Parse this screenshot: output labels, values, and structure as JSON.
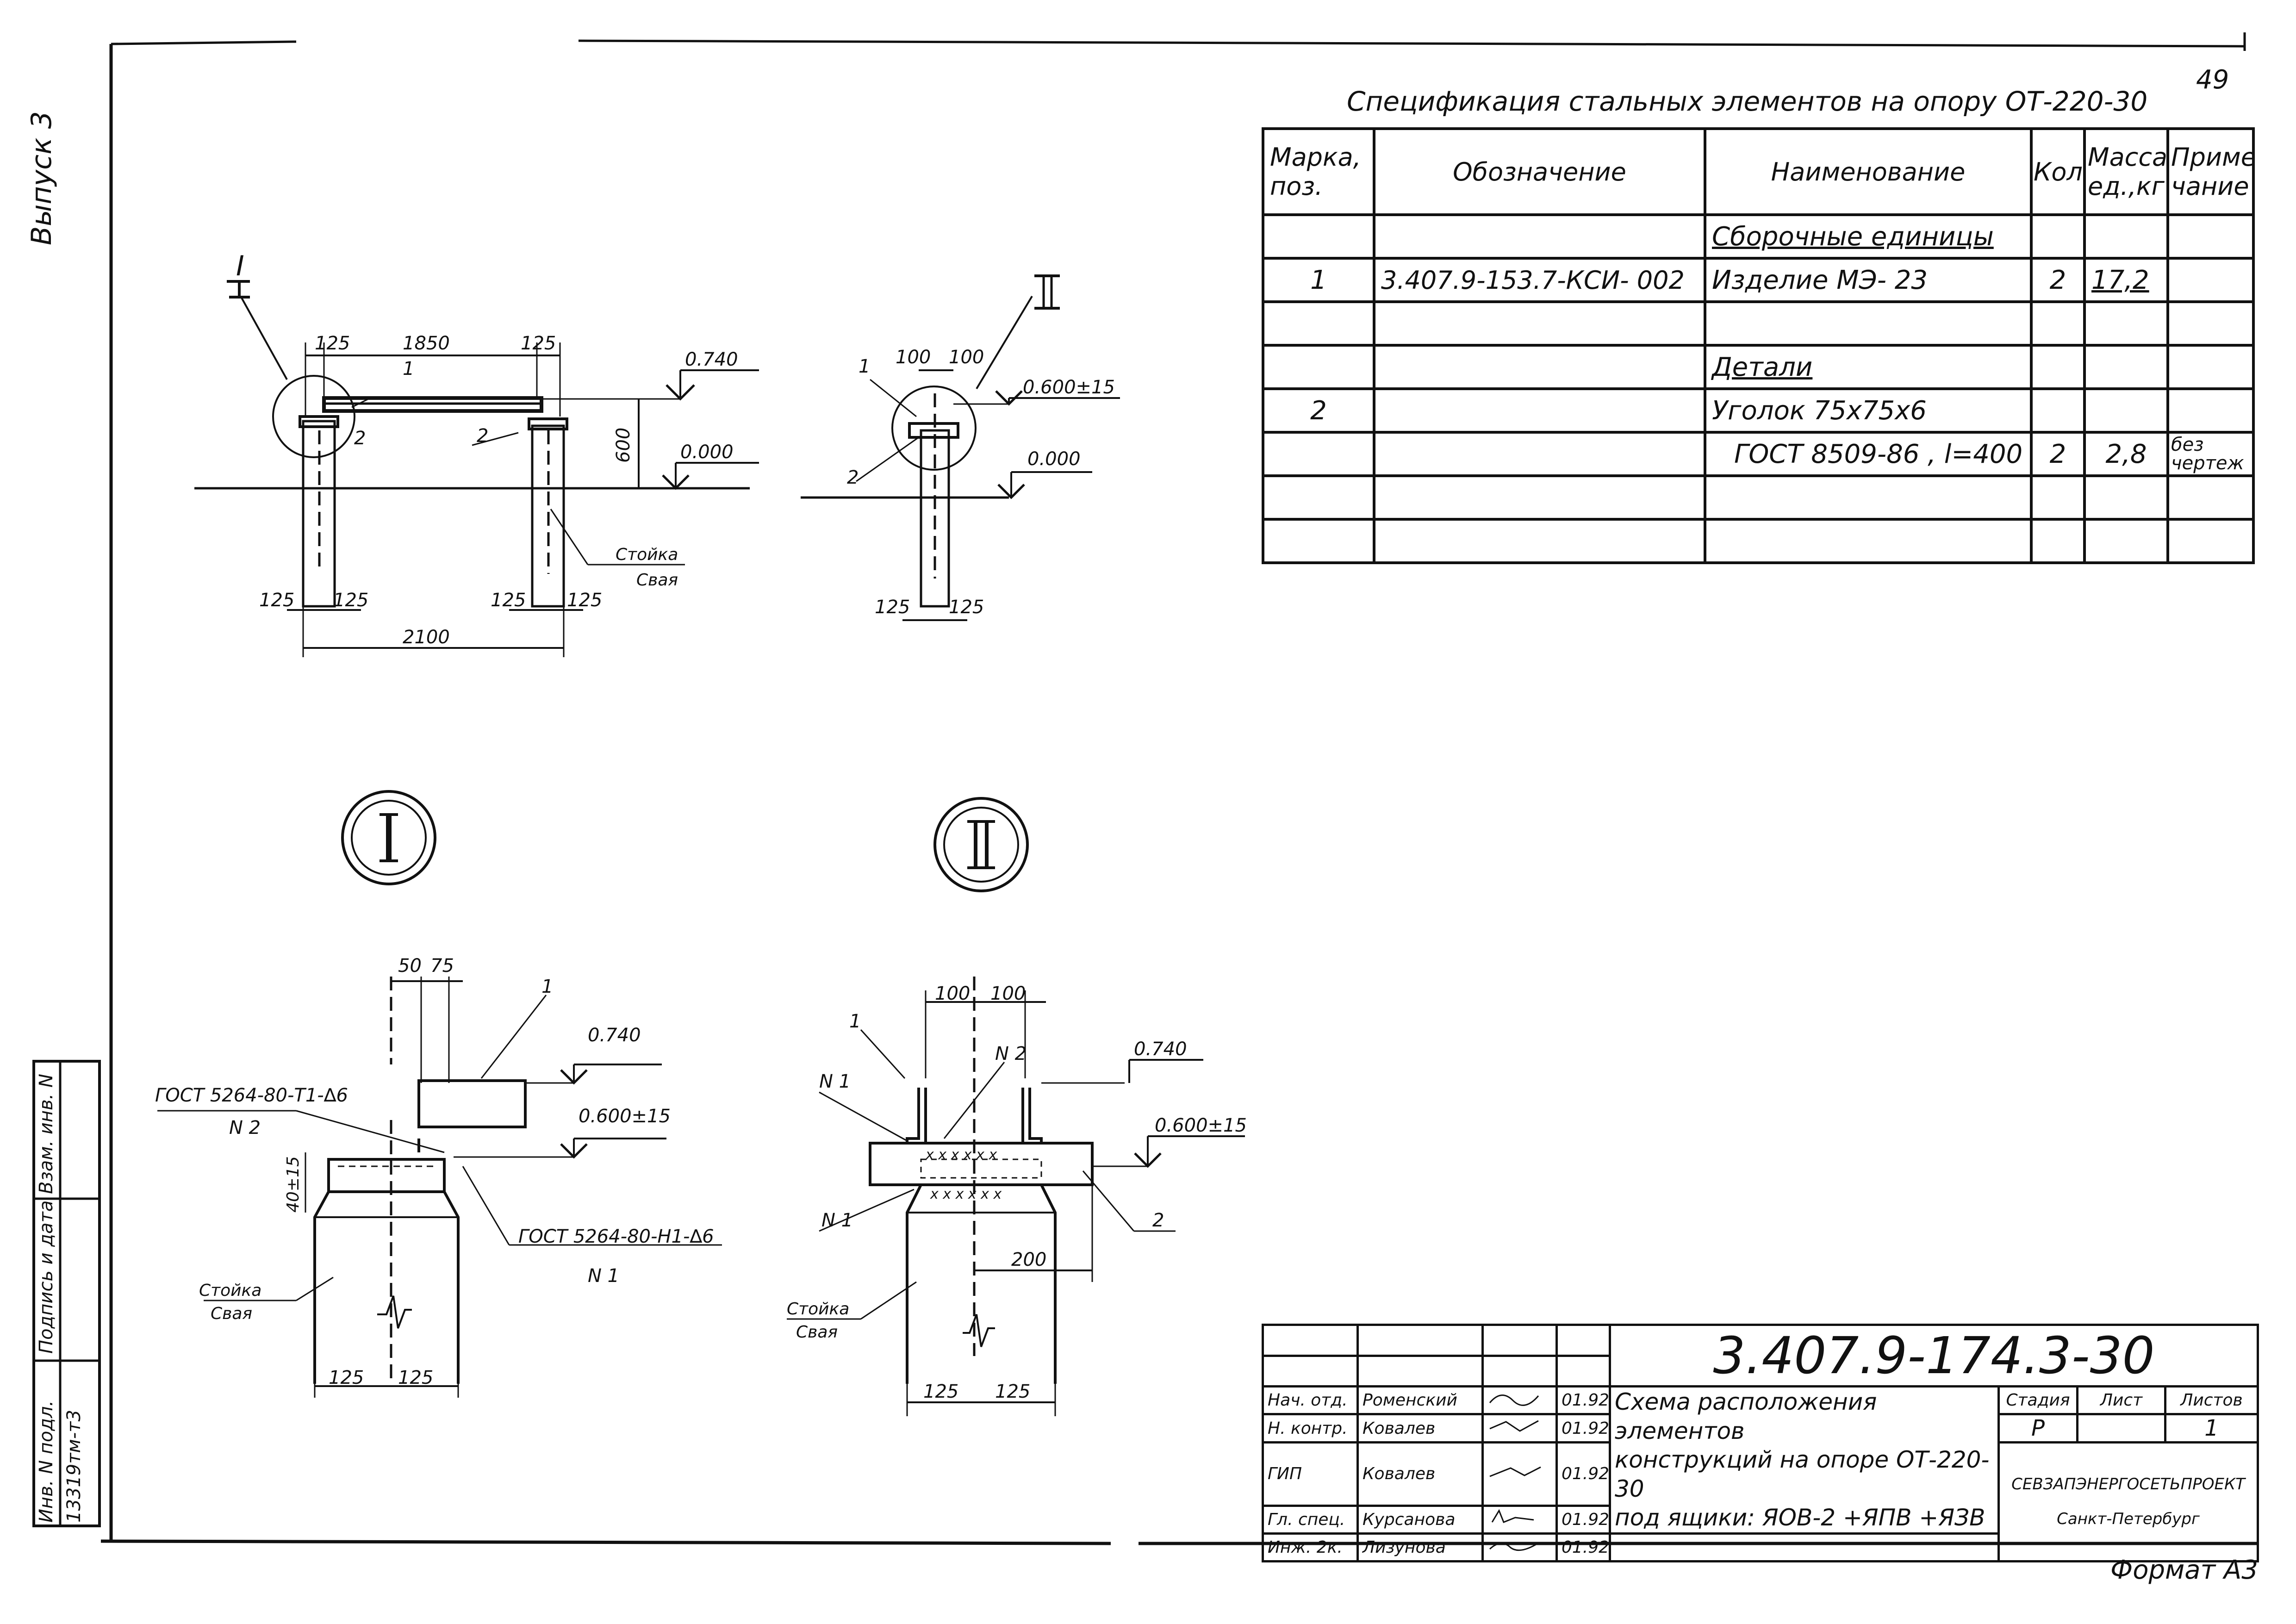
{
  "sheet": {
    "page_number": "49",
    "series": "Выпуск 3",
    "format": "Формат А3"
  },
  "spec": {
    "title": "Спецификация стальных элементов на опору   ОТ-220-30",
    "headers": [
      "Марка, поз.",
      "Обозначение",
      "Наименование",
      "Кол.",
      "Масса ед.,кг",
      "Приме чание"
    ],
    "rows": [
      {
        "pos": "",
        "code": "",
        "name": "Сборочные единицы",
        "qty": "",
        "mass": "",
        "note": ""
      },
      {
        "pos": "1",
        "code": "3.407.9-153.7-КСИ- 002",
        "name": "Изделие МЭ- 23",
        "qty": "2",
        "mass": "17,2",
        "note": ""
      },
      {
        "pos": "",
        "code": "",
        "name": "",
        "qty": "",
        "mass": "",
        "note": ""
      },
      {
        "pos": "",
        "code": "",
        "name": "Детали",
        "qty": "",
        "mass": "",
        "note": ""
      },
      {
        "pos": "2",
        "code": "",
        "name": "Уголок 75x75x6",
        "qty": "",
        "mass": "",
        "note": ""
      },
      {
        "pos": "",
        "code": "",
        "name": "ГОСТ 8509-86 , l=400",
        "qty": "2",
        "mass": "2,8",
        "note": "без чертеж"
      },
      {
        "pos": "",
        "code": "",
        "name": "",
        "qty": "",
        "mass": "",
        "note": ""
      },
      {
        "pos": "",
        "code": "",
        "name": "",
        "qty": "",
        "mass": "",
        "note": ""
      }
    ]
  },
  "drawing": {
    "view1": {
      "label": "I",
      "dims_top": [
        "125",
        "1850",
        "125"
      ],
      "dims_bottom_left": [
        "125",
        "125"
      ],
      "dims_bottom_right": [
        "125",
        "125"
      ],
      "overall": "2100",
      "height": "600",
      "elev_top": "0.740",
      "elev_ground": "0.000",
      "pos1": "1",
      "pos2a": "2",
      "pos2b": "2",
      "post_label": "Стойка",
      "pile_label": "Свая"
    },
    "view2": {
      "label": "II",
      "dims_top": [
        "100",
        "100"
      ],
      "dims_bottom": [
        "125",
        "125"
      ],
      "elev_top": "0.600±15",
      "elev_ground": "0.000",
      "pos1": "1",
      "pos2": "2"
    },
    "detail1": {
      "label": "I",
      "dims_top": [
        "50",
        "75"
      ],
      "dims_bottom": [
        "125",
        "125"
      ],
      "gost_top": "ГОСТ 5264-80-Т1-∆6",
      "gost_bottom": "ГОСТ 5264-80-Н1-∆6",
      "weld_top": "N 2",
      "weld_bottom": "N 1",
      "gap": "40±15",
      "elev1": "0.740",
      "elev2": "0.600±15",
      "pos1": "1",
      "post_label": "Стойка",
      "pile_label": "Свая"
    },
    "detail2": {
      "label": "II",
      "dims_top": [
        "100",
        "100"
      ],
      "dims_bottom": [
        "125",
        "125"
      ],
      "dim_200": "200",
      "elev1": "0.740",
      "elev2": "0.600±15",
      "pos1": "1",
      "pos2": "2",
      "n1a": "N 1",
      "n1b": "N 1",
      "n2": "N 2",
      "post_label": "Стойка",
      "pile_label": "Свая"
    }
  },
  "title_block": {
    "doc_code": "3.407.9-174.3-30",
    "title_lines": [
      "Схема расположения элементов",
      "конструкций на опоре ОТ-220-30",
      "под ящики: ЯОВ-2 +ЯПВ +ЯЗВ"
    ],
    "people": [
      {
        "role": "Нач. отд.",
        "name": "Роменский",
        "date": "01.92"
      },
      {
        "role": "Н. контр.",
        "name": "Ковалев",
        "date": "01.92"
      },
      {
        "role": "ГИП",
        "name": "Ковалев",
        "date": "01.92"
      },
      {
        "role": "Гл. спец.",
        "name": "Курсанова",
        "date": "01.92"
      },
      {
        "role": "Инж. 2к.",
        "name": "Лизунова",
        "date": "01.92"
      }
    ],
    "stage_label": "Стадия",
    "sheet_label": "Лист",
    "sheets_label": "Листов",
    "stage": "Р",
    "sheets": "1",
    "org": "СЕВЗАПЭНЕРГОСЕТЬПРОЕКТ",
    "city": "Санкт-Петербург"
  },
  "side_strip": {
    "label_inv": "Инв. N подл.",
    "inv_value": "13319тм-т3",
    "label_sign": "Подпись и дата",
    "label_replace": "Взам. инв. N"
  }
}
